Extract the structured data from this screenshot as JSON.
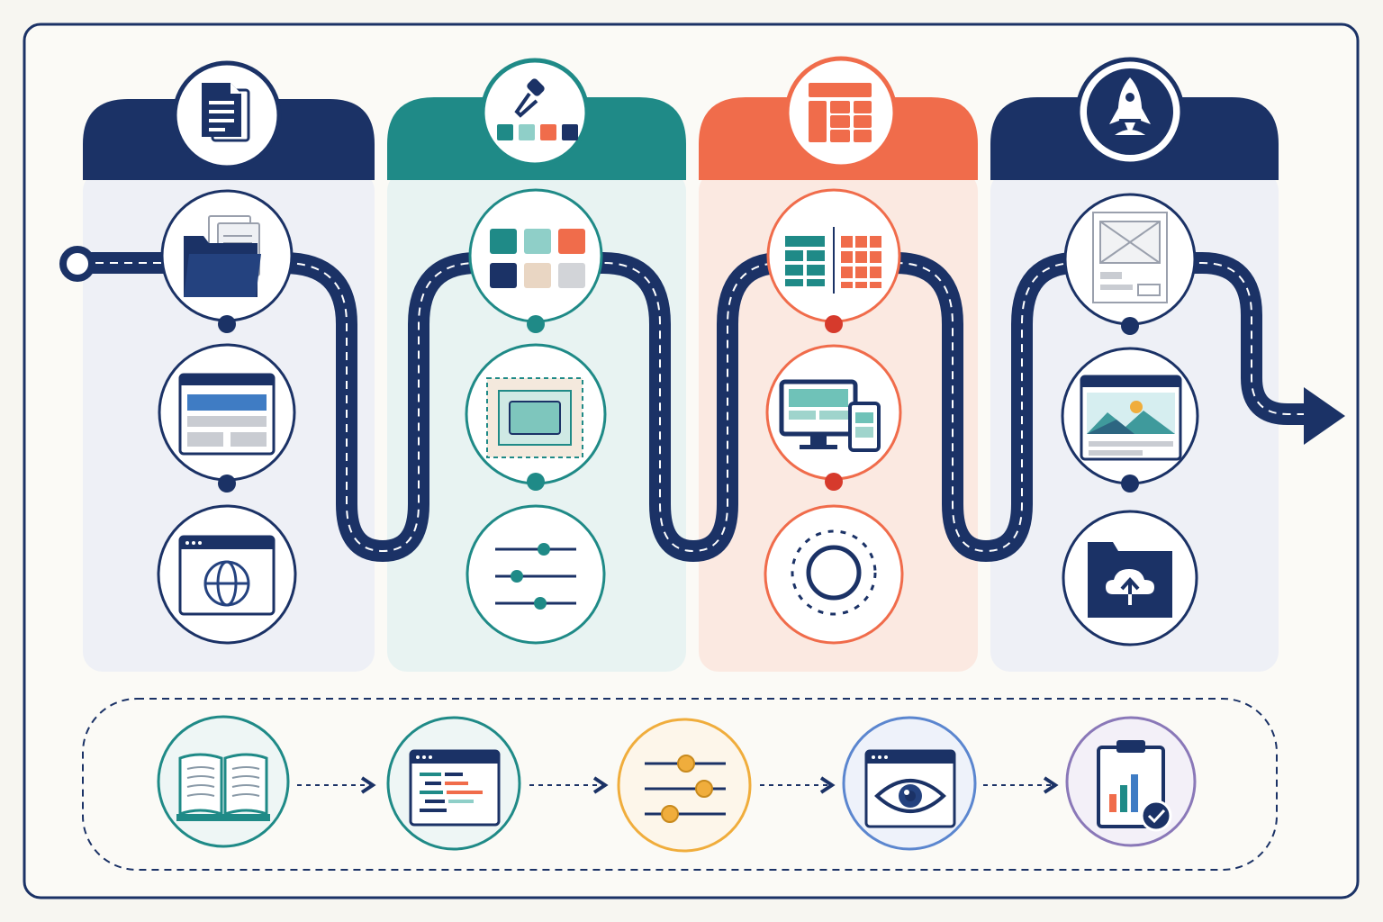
{
  "colors": {
    "navy": "#1b3266",
    "teal": "#1f8a87",
    "coral": "#f06c4b",
    "amber": "#f0ad3c",
    "blue": "#5b86cf",
    "purple": "#8a78b8",
    "red": "#d63a2c",
    "background": "#f7f6f1"
  },
  "stages": [
    {
      "id": "content",
      "color": "navy",
      "header_icon": "document-icon",
      "steps": [
        "folder-documents-icon",
        "webpage-layout-icon",
        "globe-browser-icon"
      ]
    },
    {
      "id": "style",
      "color": "teal",
      "header_icon": "eyedropper-palette-icon",
      "steps": [
        "color-swatches-icon",
        "selection-frame-icon",
        "sliders-icon"
      ]
    },
    {
      "id": "layout",
      "color": "coral",
      "header_icon": "grid-layout-icon",
      "steps": [
        "grid-comparison-icon",
        "responsive-devices-icon",
        "focus-target-icon"
      ]
    },
    {
      "id": "launch",
      "color": "navy",
      "header_icon": "rocket-icon",
      "steps": [
        "wireframe-icon",
        "image-page-icon",
        "cloud-upload-folder-icon"
      ]
    }
  ],
  "bottom_flow": [
    {
      "icon": "open-book-icon",
      "color": "teal"
    },
    {
      "icon": "code-editor-icon",
      "color": "teal"
    },
    {
      "icon": "adjust-sliders-icon",
      "color": "amber"
    },
    {
      "icon": "preview-eye-icon",
      "color": "blue"
    },
    {
      "icon": "report-check-icon",
      "color": "purple"
    }
  ]
}
